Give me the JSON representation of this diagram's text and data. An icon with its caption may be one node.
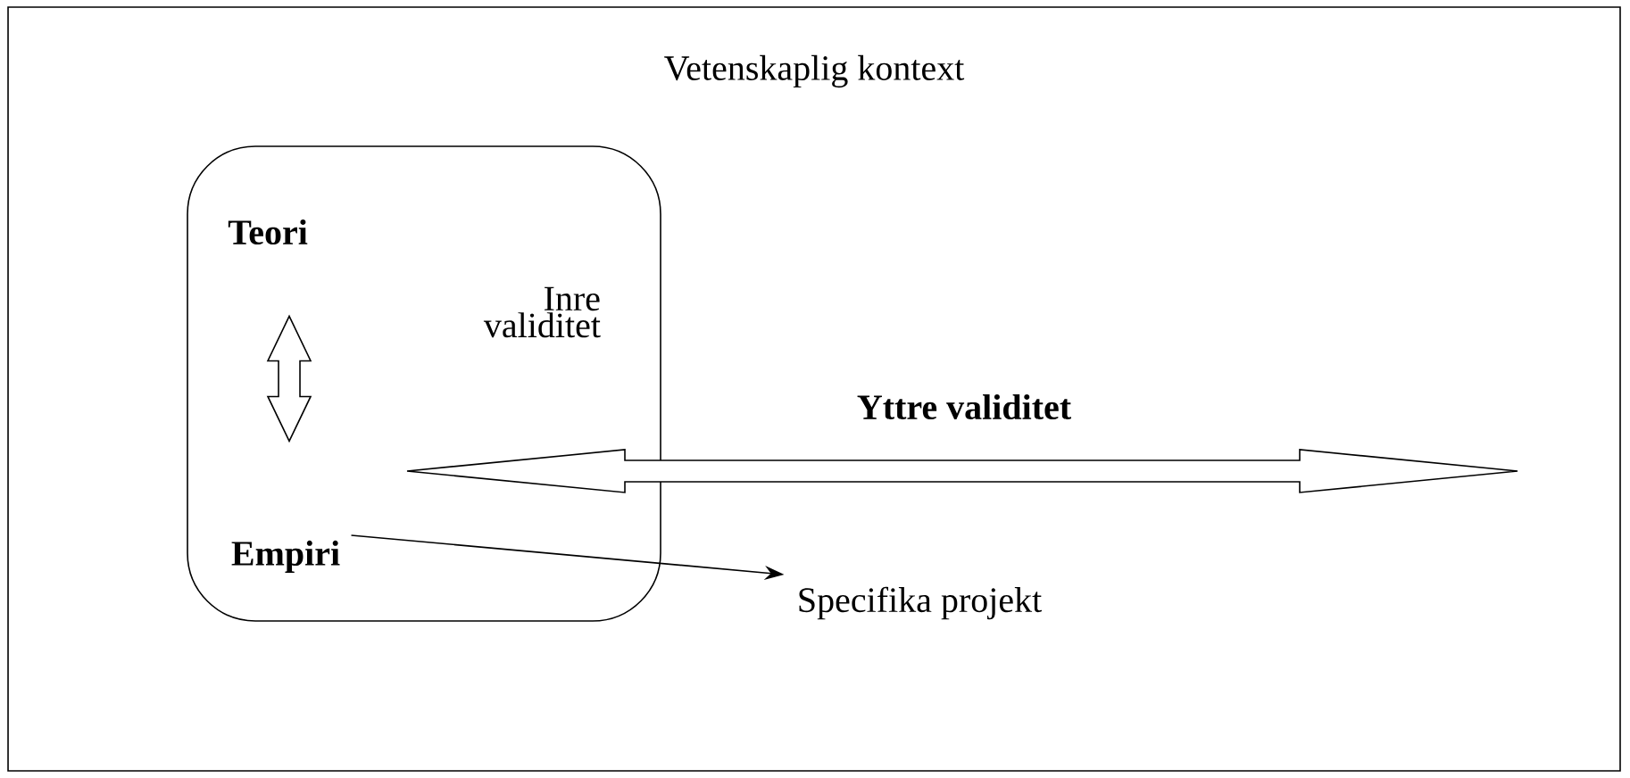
{
  "diagram": {
    "nodes": [
      {
        "text": [
          "Vetenskaplig kontext"
        ]
      },
      {
        "text": [
          "Inre validitet"
        ],
        "in": 0
      },
      {
        "text": [
          "Teori"
        ],
        "in": 1
      },
      {
        "text": [
          "Empiri"
        ],
        "in": 1
      },
      {
        "text": [
          "Specifika projekt"
        ],
        "in": 0
      }
    ],
    "edges": [
      {
        "from": 2,
        "to": 3,
        "arrow": "both"
      },
      {
        "from": 1,
        "to": null,
        "arrow": "both",
        "label": "Yttre validitet"
      },
      {
        "from": 3,
        "to": 4,
        "arrow": "to"
      }
    ]
  }
}
